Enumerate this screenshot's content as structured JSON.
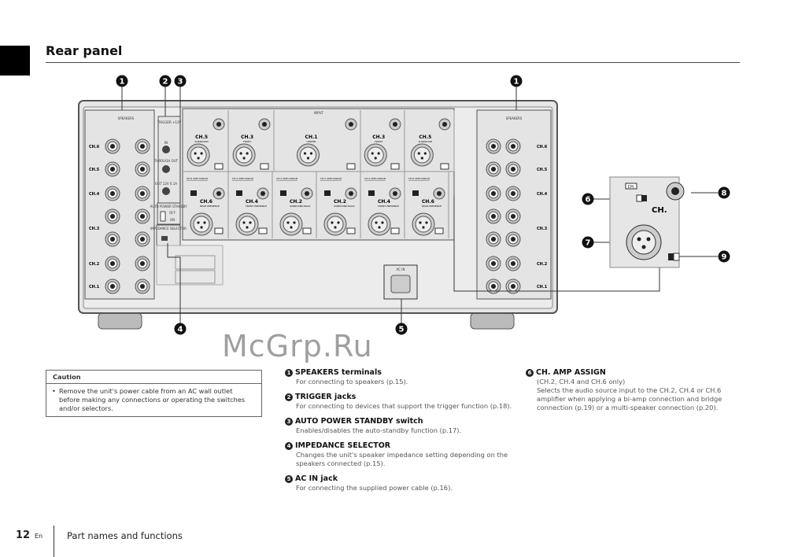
{
  "page": {
    "title": "Rear panel",
    "number": "12",
    "lang": "En",
    "section": "Part names and functions"
  },
  "panel": {
    "speakers": "SPEAKERS",
    "input": "INPUT",
    "trigger": "TRIGGER +12V",
    "trigger_in": "IN",
    "trigger_through": "THROUGH OUT",
    "trigger_out": "OUT 12V 0.1A",
    "auto_power": "AUTO POWER STANDBY",
    "off": "OFF",
    "on": "ON",
    "impedance": "IMPEDANCE SELECTOR",
    "ac_in": "AC IN",
    "speaker_channels": [
      "CH.6",
      "CH.5",
      "CH.4",
      "CH.3",
      "CH.2",
      "CH.1"
    ],
    "input_top": [
      {
        "ch": "CH.5",
        "sub": "SURROUND",
        "side": "R"
      },
      {
        "ch": "CH.3",
        "sub": "FRONT",
        "side": "R"
      },
      {
        "ch": "CH.1",
        "sub": "CENTER",
        "side": ""
      },
      {
        "ch": "CH.3",
        "sub": "FRONT",
        "side": "L"
      },
      {
        "ch": "CH.5",
        "sub": "SURROUND",
        "side": "L"
      }
    ],
    "input_bottom": [
      {
        "ch": "CH.6",
        "sub": "REAR PRESENCE",
        "side": "R"
      },
      {
        "ch": "CH.4",
        "sub": "FRONT PRESENCE",
        "side": "R"
      },
      {
        "ch": "CH.2",
        "sub": "SURROUND BACK",
        "side": "R"
      },
      {
        "ch": "CH.2",
        "sub": "SURROUND BACK",
        "side": "L"
      },
      {
        "ch": "CH.4",
        "sub": "FRONT PRESENCE",
        "side": "L"
      },
      {
        "ch": "CH.6",
        "sub": "REAR PRESENCE",
        "side": "L"
      }
    ],
    "assign": [
      "CH.6 AMP ASSIGN",
      "CH.4 AMP ASSIGN",
      "CH.2 AMP ASSIGN",
      "CH.2 AMP ASSIGN",
      "CH.4 AMP ASSIGN",
      "CH.6 AMP ASSIGN"
    ],
    "detail_ch": "CH.",
    "detail_switch": "CH."
  },
  "callouts": [
    "1",
    "2",
    "3",
    "1",
    "4",
    "5",
    "6",
    "7",
    "8",
    "9"
  ],
  "caution": {
    "heading": "Caution",
    "text": "Remove the unit's power cable from an AC wall outlet before making any connections or operating the switches and/or selectors."
  },
  "items": [
    {
      "num": "1",
      "title": "SPEAKERS terminals",
      "text": "For connecting to speakers (p.15)."
    },
    {
      "num": "2",
      "title": "TRIGGER jacks",
      "text": "For connecting to devices that support the trigger function (p.18)."
    },
    {
      "num": "3",
      "title": "AUTO POWER STANDBY switch",
      "text": "Enables/disables the auto-standby function (p.17)."
    },
    {
      "num": "4",
      "title": "IMPEDANCE SELECTOR",
      "text": "Changes the unit's speaker impedance setting depending on the speakers connected (p.15)."
    },
    {
      "num": "5",
      "title": "AC IN jack",
      "text": "For connecting the supplied power cable (p.16)."
    },
    {
      "num": "6",
      "title": "CH. AMP ASSIGN",
      "note": "(CH.2, CH.4 and CH.6 only)",
      "text": "Selects the audio source input to the CH.2, CH.4 or CH.6 amplifier when applying a bi-amp connection and bridge connection (p.19) or a multi-speaker connection (p.20)."
    }
  ],
  "watermark": "McGrp.Ru"
}
